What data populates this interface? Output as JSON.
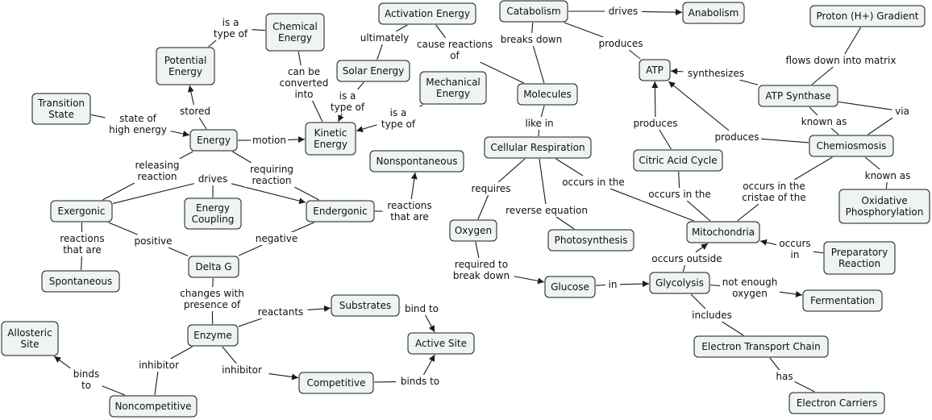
{
  "concepts": {
    "chemical_energy": [
      "Chemical",
      "Energy"
    ],
    "potential_energy": [
      "Potential",
      "Energy"
    ],
    "transition_state": [
      "Transition",
      "State"
    ],
    "energy": [
      "Energy"
    ],
    "kinetic_energy": [
      "Kinetic",
      "Energy"
    ],
    "activation_energy": [
      "Activation Energy"
    ],
    "solar_energy": [
      "Solar Energy"
    ],
    "mechanical_energy": [
      "Mechanical",
      "Energy"
    ],
    "catabolism": [
      "Catabolism"
    ],
    "anabolism": [
      "Anabolism"
    ],
    "proton_gradient": [
      "Proton (H+) Gradient"
    ],
    "atp": [
      "ATP"
    ],
    "atp_synthase": [
      "ATP Synthase"
    ],
    "molecules": [
      "Molecules"
    ],
    "cellular_respiration": [
      "Cellular Respiration"
    ],
    "citric_acid_cycle": [
      "Citric Acid Cycle"
    ],
    "chemiosmosis": [
      "Chemiosmosis"
    ],
    "oxidative_phosphorylation": [
      "Oxidative",
      "Phosphorylation"
    ],
    "nonspontaneous": [
      "Nonspontaneous"
    ],
    "exergonic": [
      "Exergonic"
    ],
    "energy_coupling": [
      "Energy",
      "Coupling"
    ],
    "endergonic": [
      "Endergonic"
    ],
    "oxygen": [
      "Oxygen"
    ],
    "photosynthesis": [
      "Photosynthesis"
    ],
    "mitochondria": [
      "Mitochondria"
    ],
    "preparatory_reaction": [
      "Preparatory",
      "Reaction"
    ],
    "spontaneous": [
      "Spontaneous"
    ],
    "delta_g": [
      "Delta G"
    ],
    "glucose": [
      "Glucose"
    ],
    "glycolysis": [
      "Glycolysis"
    ],
    "fermentation": [
      "Fermentation"
    ],
    "substrates": [
      "Substrates"
    ],
    "enzyme": [
      "Enzyme"
    ],
    "allosteric_site": [
      "Allosteric",
      "Site"
    ],
    "active_site": [
      "Active Site"
    ],
    "electron_transport_chain": [
      "Electron Transport Chain"
    ],
    "competitive": [
      "Competitive"
    ],
    "noncompetitive": [
      "Noncompetitive"
    ],
    "electron_carriers": [
      "Electron Carriers"
    ]
  },
  "links": {
    "is_a_type_of_chem": [
      "is a",
      "type of"
    ],
    "stored": [
      "stored"
    ],
    "state_of_high_energy": [
      "state of",
      "high energy"
    ],
    "motion": [
      "motion"
    ],
    "can_be_converted_into": [
      "can be",
      "converted",
      "into"
    ],
    "ultimately": [
      "ultimately"
    ],
    "cause_reactions_of": [
      "cause reactions",
      "of"
    ],
    "is_a_type_of_solar": [
      "is a",
      "type of"
    ],
    "is_a_type_of_mech": [
      "is a",
      "type of"
    ],
    "drives_catabolism": [
      "drives"
    ],
    "breaks_down": [
      "breaks down"
    ],
    "produces_catabolism": [
      "produces"
    ],
    "flows_down_into_matrix": [
      "flows down into matrix"
    ],
    "synthesizes": [
      "synthesizes"
    ],
    "via": [
      "via"
    ],
    "known_as_synthase": [
      "known as"
    ],
    "produces_chemiosmosis": [
      "produces"
    ],
    "produces_citric": [
      "produces"
    ],
    "known_as_chemiosmosis": [
      "known as"
    ],
    "like_in": [
      "like in"
    ],
    "occurs_in_the_resp": [
      "occurs in the"
    ],
    "requires": [
      "requires"
    ],
    "reverse_equation": [
      "reverse equation"
    ],
    "occurs_in_the_citric": [
      "occurs in the"
    ],
    "occurs_in_the_cristae": [
      "occurs in the",
      "cristae of the"
    ],
    "releasing_reaction": [
      "releasing",
      "reaction"
    ],
    "drives_coupling": [
      "drives"
    ],
    "requiring_reaction": [
      "requiring",
      "reaction"
    ],
    "reactions_that_are_nonspont": [
      "reactions",
      "that are"
    ],
    "reactions_that_are_spont": [
      "reactions",
      "that are"
    ],
    "positive": [
      "positive"
    ],
    "negative": [
      "negative"
    ],
    "occurs_in_prep": [
      "occurs",
      "in"
    ],
    "occurs_outside": [
      "occurs outside"
    ],
    "required_to_break_down": [
      "required to",
      "break down"
    ],
    "in": [
      "in"
    ],
    "not_enough_oxygen": [
      "not enough",
      "oxygen"
    ],
    "includes": [
      "includes"
    ],
    "changes_with_presence_of": [
      "changes with",
      "presence of"
    ],
    "reactants": [
      "reactants"
    ],
    "bind_to": [
      "bind to"
    ],
    "inhibitor_noncomp": [
      "inhibitor"
    ],
    "inhibitor_comp": [
      "inhibitor"
    ],
    "binds_to_allosteric": [
      "binds",
      "to"
    ],
    "binds_to_active": [
      "binds to"
    ],
    "has": [
      "has"
    ]
  },
  "colors": {
    "node_fill": "#eef3f3",
    "node_stroke": "#1a1a1a",
    "line": "#1a1a1a"
  }
}
